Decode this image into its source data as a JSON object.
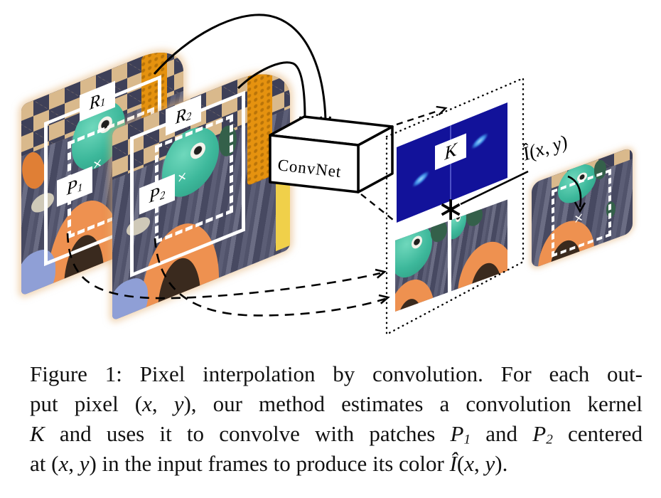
{
  "figure": {
    "convnet_label": "ConvNet",
    "kernel_label": "K",
    "conv_operator": "∗",
    "output_label": "Î(x, y)",
    "cross_mark": "×",
    "labels": {
      "r1": {
        "base": "R",
        "sub": "1"
      },
      "r2": {
        "base": "R",
        "sub": "2"
      },
      "p1": {
        "base": "P",
        "sub": "1"
      },
      "p2": {
        "base": "P",
        "sub": "2"
      }
    },
    "colors": {
      "kernel_navy": "#12129a",
      "kernel_glow": "#4aa8ff",
      "fabric_dark": "#474961",
      "fabric_light": "#6b6d84",
      "cardboard_tan": "#d9b98c",
      "toy_teal": "#3db89b",
      "knit_orange": "#e5920f",
      "arch_orange": "#ee9150",
      "accent_yellow": "#f0d04a",
      "lavender": "#8f9fd6",
      "marker_white": "#ffffff",
      "ink_black": "#111111"
    }
  },
  "caption": {
    "lines": [
      {
        "justify": true,
        "segs": [
          {
            "t": "Figure 1: Pixel interpolation by convolution. For each out-"
          }
        ]
      },
      {
        "justify": true,
        "segs": [
          {
            "t": "put pixel ("
          },
          {
            "t": "x",
            "i": true
          },
          {
            "t": ", "
          },
          {
            "t": "y",
            "i": true
          },
          {
            "t": "), our method estimates a convolution kernel"
          }
        ]
      },
      {
        "justify": true,
        "segs": [
          {
            "t": "K",
            "i": true
          },
          {
            "t": " and uses it to convolve with patches "
          },
          {
            "t": "P",
            "i": true
          },
          {
            "t": "1",
            "sub": true
          },
          {
            "t": " and "
          },
          {
            "t": "P",
            "i": true
          },
          {
            "t": "2",
            "sub": true
          },
          {
            "t": " centered"
          }
        ]
      },
      {
        "justify": false,
        "segs": [
          {
            "t": "at ("
          },
          {
            "t": "x",
            "i": true
          },
          {
            "t": ", "
          },
          {
            "t": "y",
            "i": true
          },
          {
            "t": ") in the input frames to produce its color "
          },
          {
            "t": "Î",
            "i": true
          },
          {
            "t": "("
          },
          {
            "t": "x",
            "i": true
          },
          {
            "t": ", "
          },
          {
            "t": "y",
            "i": true
          },
          {
            "t": ")."
          }
        ]
      }
    ]
  }
}
